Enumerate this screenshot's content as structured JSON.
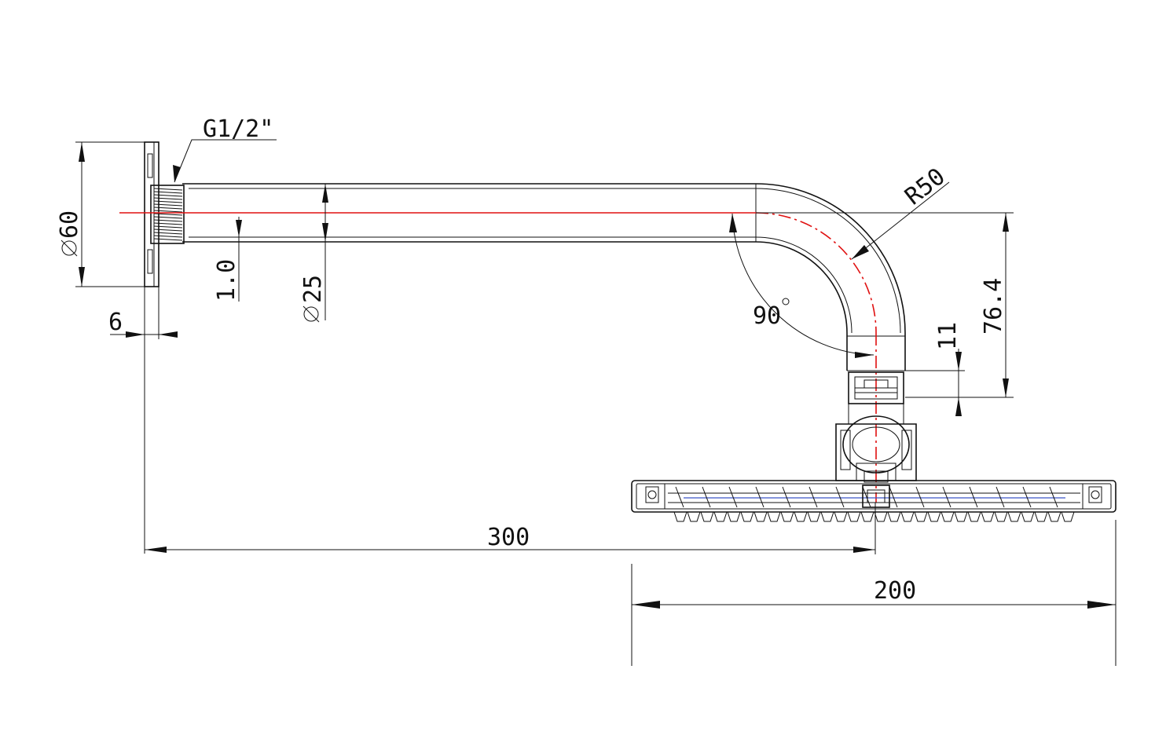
{
  "colors": {
    "line": "#111111",
    "centerline": "#e01010",
    "accent_blue": "#3a55c8",
    "background": "#ffffff"
  },
  "dimensions": {
    "thread": "G1/2\"",
    "flange_diameter": "60",
    "flange_thickness": "6",
    "wall_thickness": "1.0",
    "tube_diameter": "25",
    "bend_radius": "R50",
    "bend_angle": "90",
    "drop_height": "76.4",
    "connector_height": "11",
    "arm_length": "300",
    "head_width": "200"
  }
}
